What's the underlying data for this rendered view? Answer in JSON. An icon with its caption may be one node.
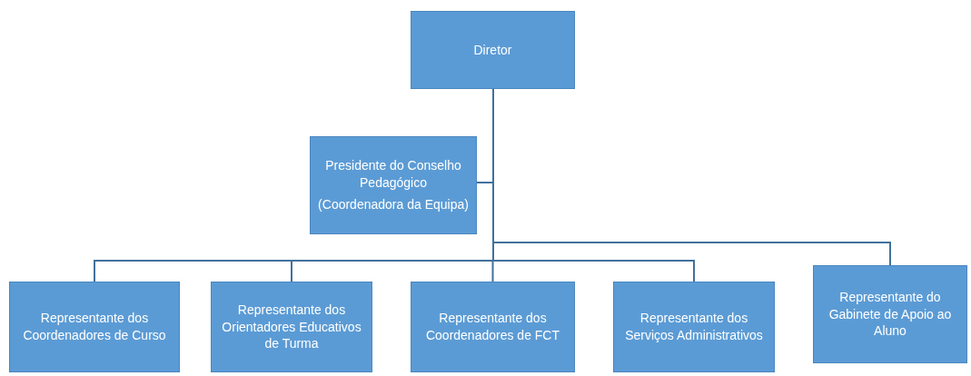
{
  "diagram": {
    "nodes": [
      {
        "text": [
          "Diretor"
        ]
      },
      {
        "text": [
          "Presidente do Conselho Pedagógico",
          "(Coordenadora da Equipa)"
        ]
      },
      {
        "text": [
          "Representante dos Coordenadores de Curso"
        ]
      },
      {
        "text": [
          "Representante dos Orientadores Educativos de Turma"
        ]
      },
      {
        "text": [
          "Representante dos Coordenadores de FCT"
        ]
      },
      {
        "text": [
          "Representante dos Serviços Administrativos"
        ]
      },
      {
        "text": [
          "Representante do Gabinete de Apoio ao Aluno"
        ]
      }
    ],
    "edges": [
      {
        "from": 0,
        "to": 1,
        "arrow": "none"
      },
      {
        "from": 0,
        "to": 2,
        "arrow": "none"
      },
      {
        "from": 0,
        "to": 3,
        "arrow": "none"
      },
      {
        "from": 0,
        "to": 4,
        "arrow": "none"
      },
      {
        "from": 0,
        "to": 5,
        "arrow": "none"
      },
      {
        "from": 0,
        "to": 6,
        "arrow": "none"
      }
    ]
  }
}
